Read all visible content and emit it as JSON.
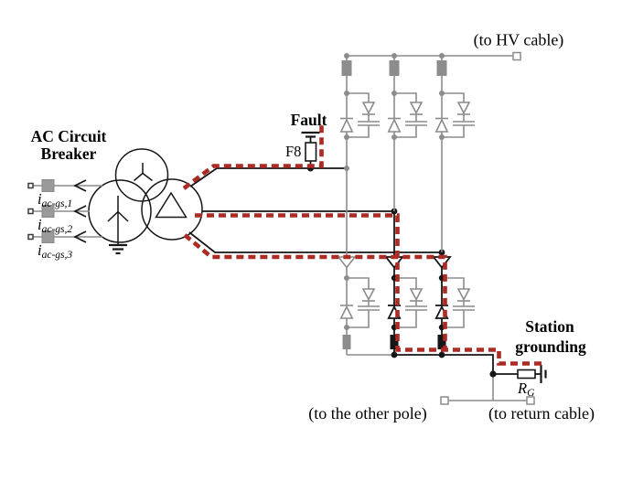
{
  "figure": {
    "type": "circuit-diagram",
    "description": "MMC converter station single-pole schematic with fault current path"
  },
  "ac_breaker": {
    "title_line1": "AC Circuit",
    "title_line2": "Breaker",
    "currents": [
      {
        "symbol": "i",
        "subscript": "ac-gs,1"
      },
      {
        "symbol": "i",
        "subscript": "ac-gs,2"
      },
      {
        "symbol": "i",
        "subscript": "ac-gs,3"
      }
    ]
  },
  "fault": {
    "title": "Fault",
    "id": "F8"
  },
  "station_grounding": {
    "title_line1": "Station",
    "title_line2": "grounding",
    "resistor_symbol": "R",
    "resistor_subscript": "G"
  },
  "terminals": {
    "hv_cable": "(to HV cable)",
    "other_pole": "(to the other pole)",
    "return_cable": "(to return cable)"
  },
  "colors": {
    "wire_gray": "#8c8c8c",
    "fault_path_red": "#ac2b24",
    "ink_black": "#161616"
  }
}
